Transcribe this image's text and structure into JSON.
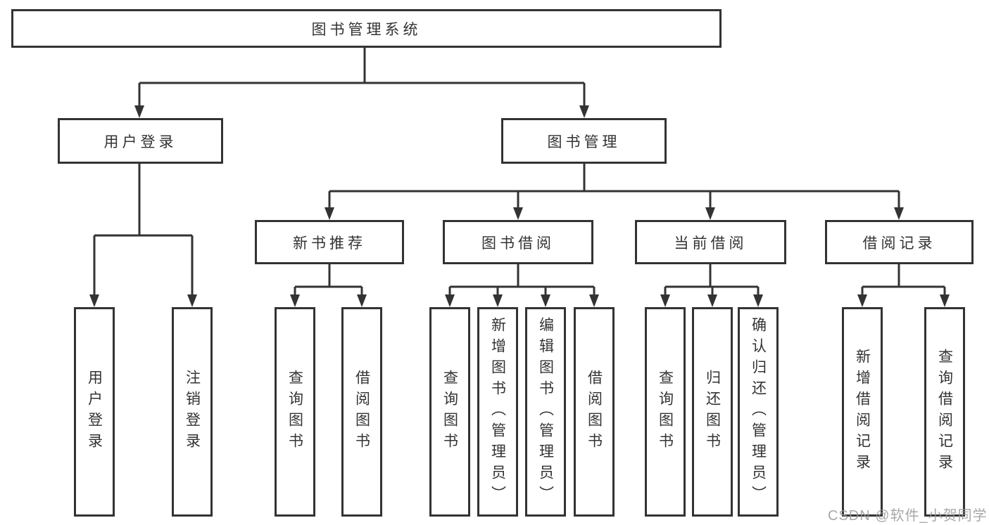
{
  "nodes": {
    "root": "图书管理系统",
    "login": "用户登录",
    "management": "图书管理",
    "new_books": "新书推荐",
    "borrow": "图书借阅",
    "current": "当前借阅",
    "records": "借阅记录"
  },
  "leaves": {
    "login": [
      "用户登录",
      "注销登录"
    ],
    "new_books": [
      "查询图书",
      "借阅图书"
    ],
    "borrow": [
      "查询图书",
      "新增图书（管理员）",
      "编辑图书（管理员）",
      "借阅图书"
    ],
    "current": [
      "查询图书",
      "归还图书",
      "确认归还（管理员）"
    ],
    "records": [
      "新增借阅记录",
      "查询借阅记录"
    ]
  },
  "watermark": "CSDN @软件_小贺同学",
  "colors": {
    "line": "#333333",
    "text": "#333333",
    "watermark": "#989898",
    "background": "#ffffff"
  }
}
